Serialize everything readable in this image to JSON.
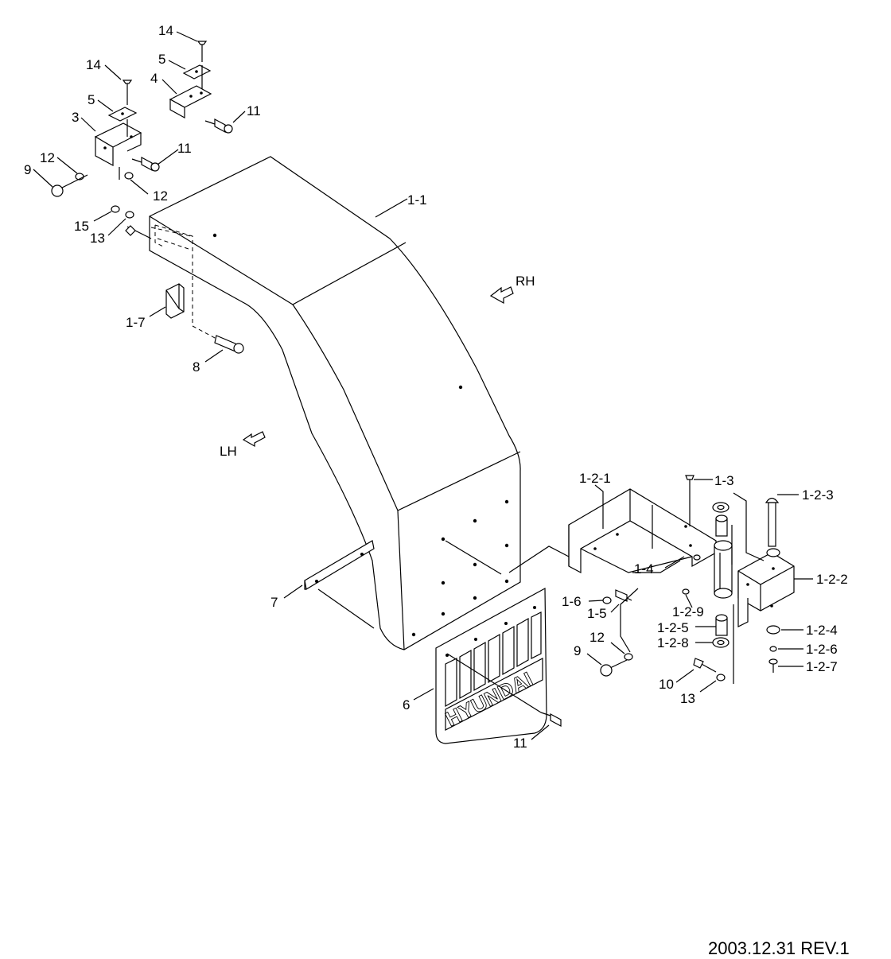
{
  "direction_labels": {
    "rh": "RH",
    "lh": "LH"
  },
  "callouts": [
    "14",
    "5",
    "4",
    "11",
    "14",
    "5",
    "3",
    "11",
    "12",
    "9",
    "12",
    "15",
    "13",
    "1-1",
    "1-7",
    "8",
    "1-2-1",
    "1-3",
    "1-2-3",
    "1-2-2",
    "1-4",
    "1-6",
    "1-5",
    "1-2-9",
    "1-2-5",
    "1-2-8",
    "1-2-4",
    "1-2-6",
    "1-2-7",
    "12",
    "9",
    "10",
    "13",
    "7",
    "6",
    "11"
  ],
  "mudflap_brand": "HYUNDAI",
  "footer": "2003.12.31  REV.1"
}
